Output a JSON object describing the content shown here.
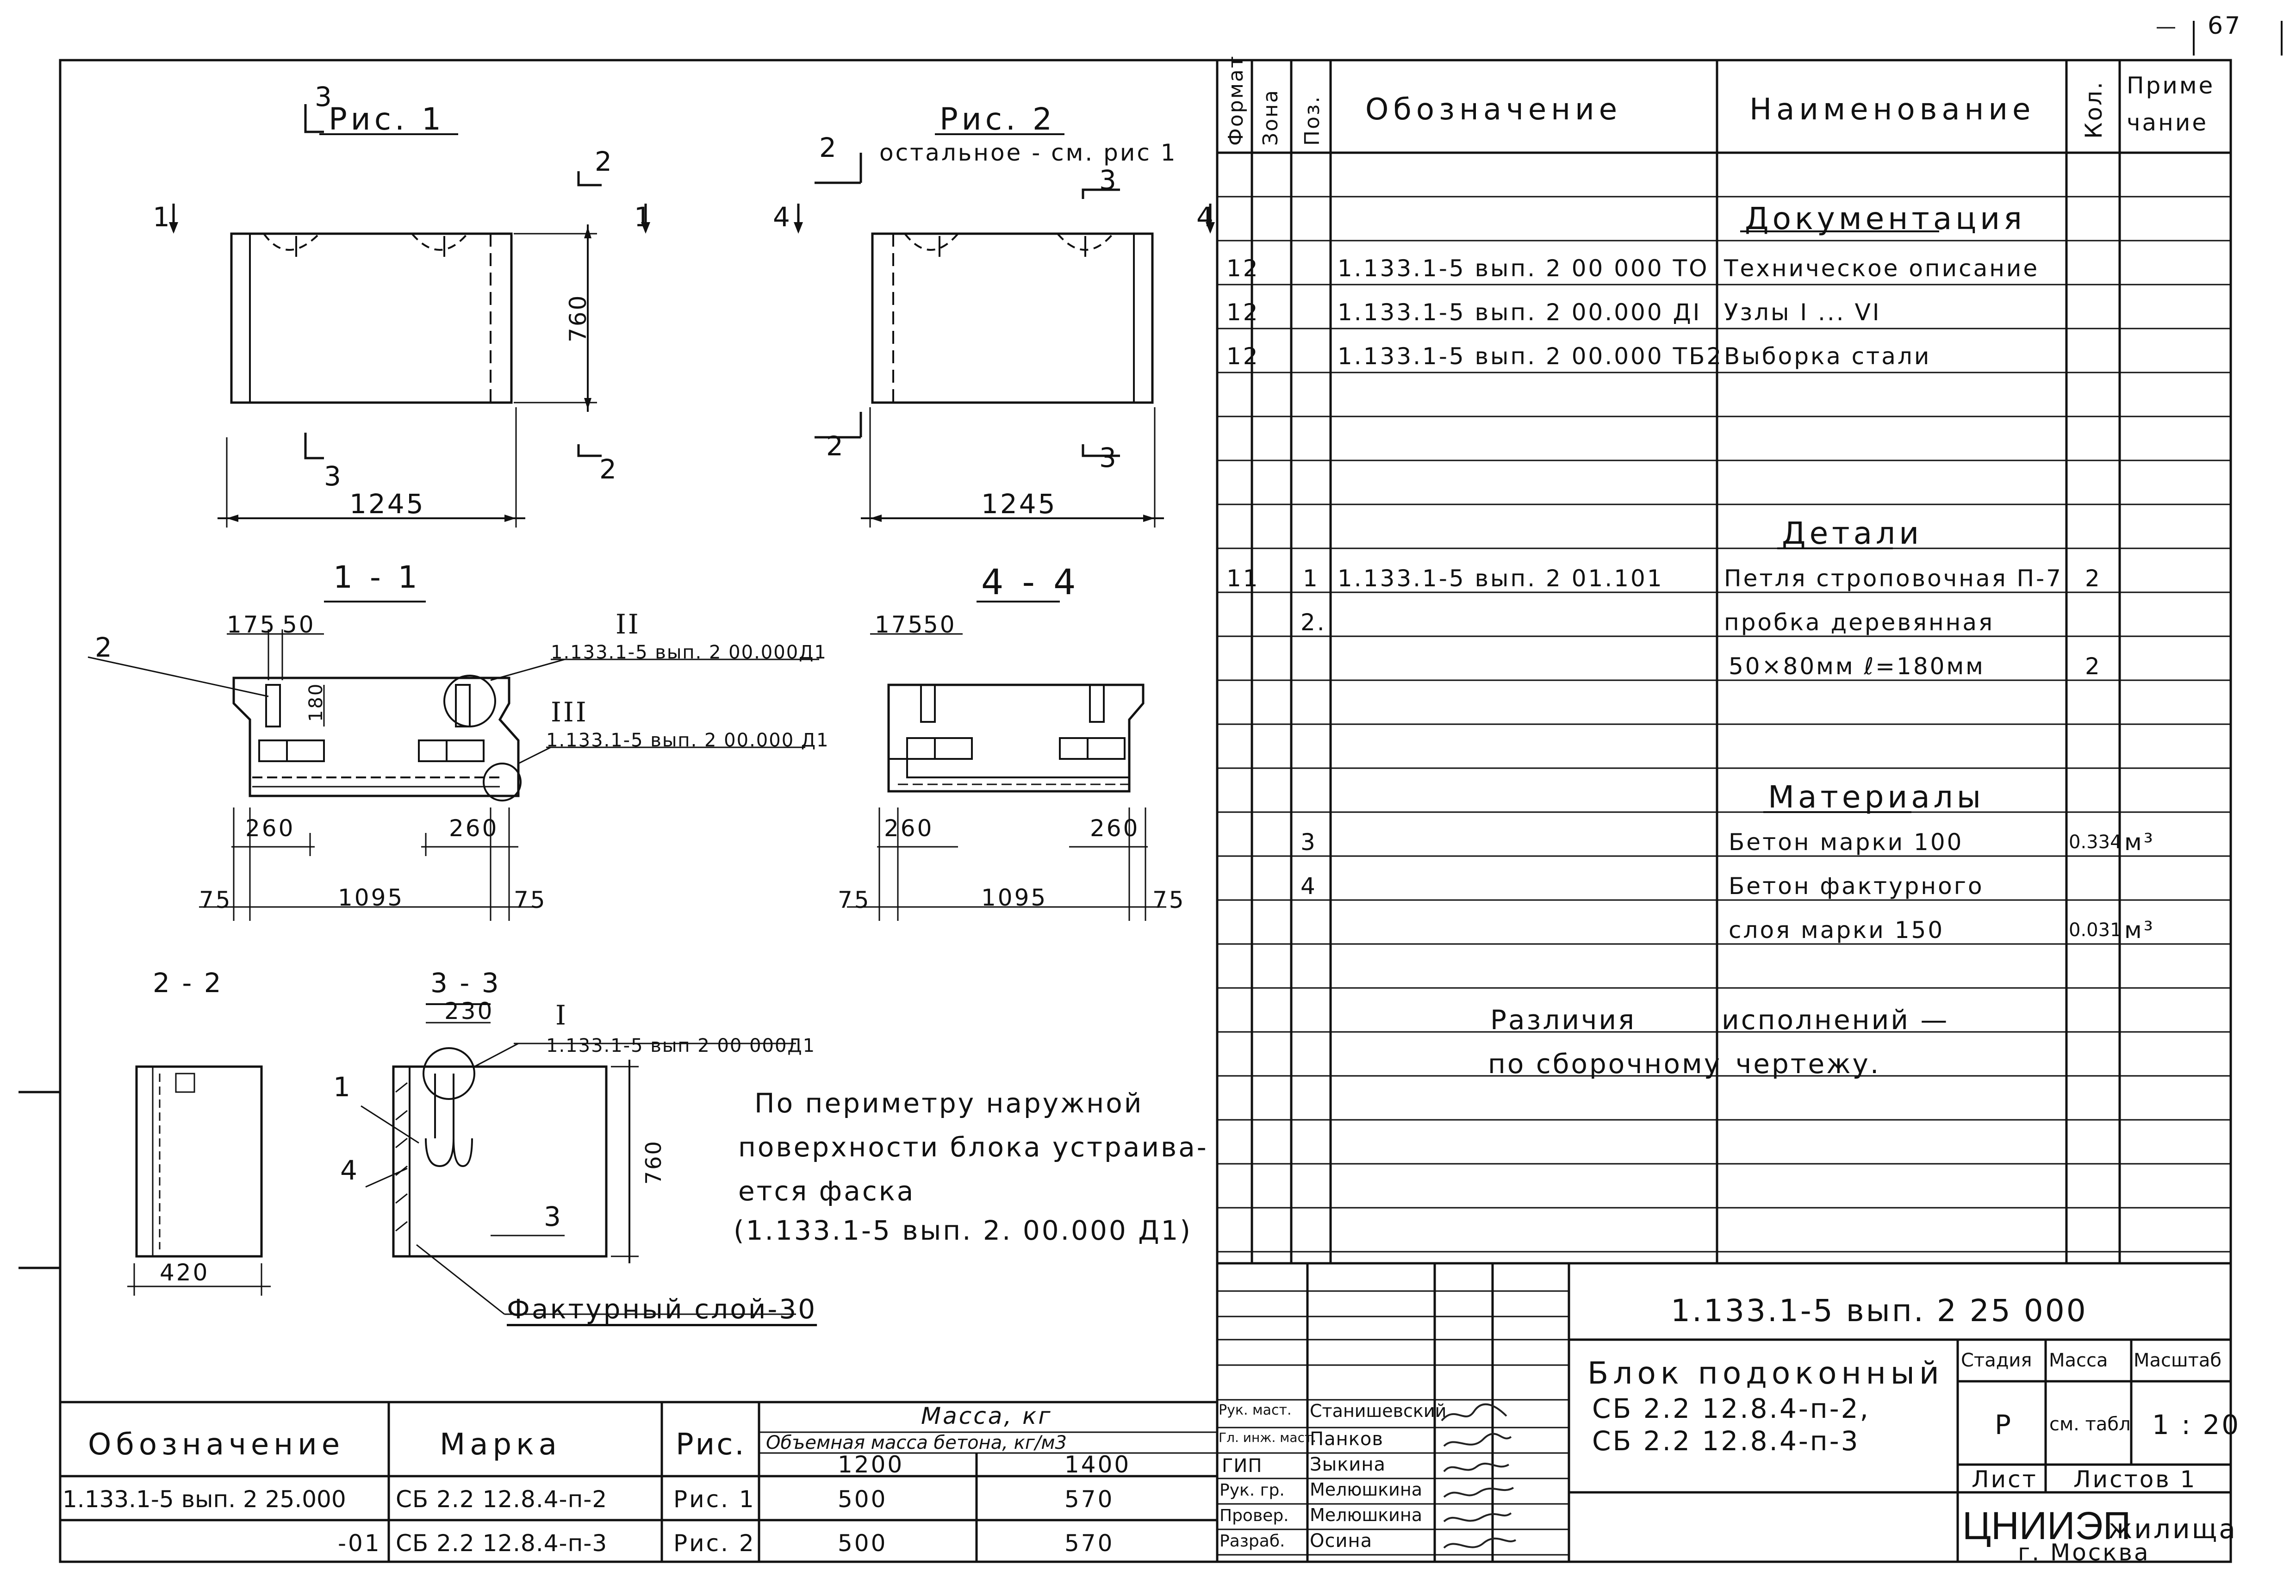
{
  "sheet_no": "67",
  "drawings": {
    "fig1_title": "Рис. 1",
    "fig2_title": "Рис. 2",
    "fig2_note": "остальное - см. рис 1",
    "fig1_width": "1245",
    "fig1_height": "760",
    "fig2_width": "1245",
    "cut_3": "3",
    "cut_2": "2",
    "cut_1": "1",
    "cut_4": "4",
    "sec11_title": "1 - 1",
    "sec44_title": "4 - 4",
    "sec22_title": "2 - 2",
    "sec33_title": "3 - 3",
    "dim_175": "175",
    "dim_50": "50",
    "dim_180": "180",
    "dim_260": "260",
    "dim_1095": "1095",
    "dim_75": "75",
    "dim_230": "230",
    "dim_760": "760",
    "dim_420": "420",
    "callout_2": "2",
    "callout_II": "II",
    "callout_II_ref": "1.133.1-5 вып. 2 00.000Д1",
    "callout_III": "III",
    "callout_III_ref": "1.133.1-5 вып. 2 00.000 Д1",
    "callout_I": "I",
    "callout_I_ref": "1.133.1-5 вып 2 00 000Д1",
    "label_1": "1",
    "label_4": "4",
    "label_3": "3",
    "facing_layer": "Фактурный слой-30",
    "note_line1": "По периметру наружной",
    "note_line2": "поверхности блока устраива-",
    "note_line3": "ется фаска",
    "note_line4": "(1.133.1-5 вып. 2. 00.000 Д1)"
  },
  "spec": {
    "headers": {
      "format": "Формат",
      "zone": "Зона",
      "pos": "Поз.",
      "designation": "Обозначение",
      "name": "Наименование",
      "qty": "Кол.",
      "note_line1": "Приме",
      "note_line2": "чание"
    },
    "section_documentation": "Документация",
    "section_details": "Детали",
    "section_materials": "Материалы",
    "rows": [
      {
        "format": "12",
        "pos": "",
        "designation": "1.133.1-5 вып. 2 00 000 ТО",
        "name": "Техническое описание",
        "qty": "",
        "note": ""
      },
      {
        "format": "12",
        "pos": "",
        "designation": "1.133.1-5 вып. 2 00.000 ДI",
        "name": "Узлы I ... VI",
        "qty": "",
        "note": ""
      },
      {
        "format": "12",
        "pos": "",
        "designation": "1.133.1-5 вып. 2 00.000 ТБ2",
        "name": "Выборка стали",
        "qty": "",
        "note": ""
      },
      {
        "format": "11",
        "pos": "1",
        "designation": "1.133.1-5 вып. 2 01.101",
        "name": "Петля строповочная П-7",
        "qty": "2",
        "note": ""
      },
      {
        "format": "",
        "pos": "2.",
        "designation": "",
        "name": "пробка деревянная",
        "qty": "",
        "note": ""
      },
      {
        "format": "",
        "pos": "",
        "designation": "",
        "name": "50×80мм ℓ=180мм",
        "qty": "2",
        "note": ""
      },
      {
        "format": "",
        "pos": "3",
        "designation": "",
        "name": "Бетон марки 100",
        "qty": "0.334",
        "note": "м³"
      },
      {
        "format": "",
        "pos": "4",
        "designation": "",
        "name": "Бетон фактурного",
        "qty": "",
        "note": ""
      },
      {
        "format": "",
        "pos": "",
        "designation": "",
        "name": "слоя марки 150",
        "qty": "0.031",
        "note": "м³"
      }
    ],
    "diff_line1a": "Различия",
    "diff_line1b": "исполнений —",
    "diff_line2a": "по сборочному",
    "diff_line2b": "чертежу."
  },
  "mass_table": {
    "h_designation": "Обозначение",
    "h_mark": "Марка",
    "h_fig": "Рис.",
    "h_mass": "Масса, кг",
    "h_density": "Объемная масса бетона, кг/м3",
    "h_1200": "1200",
    "h_1400": "1400",
    "rows": [
      {
        "designation": "1.133.1-5 вып. 2 25.000",
        "mark": "СБ 2.2 12.8.4-п-2",
        "fig": "Рис. 1",
        "m1200": "500",
        "m1400": "570"
      },
      {
        "designation": "-01",
        "mark": "СБ 2.2 12.8.4-п-3",
        "fig": "Рис. 2",
        "m1200": "500",
        "m1400": "570"
      }
    ]
  },
  "title_block": {
    "code": "1.133.1-5 вып. 2 25 000",
    "title_line1": "Блок подоконный",
    "title_line2": "СБ 2.2 12.8.4-п-2,",
    "title_line3": "СБ 2.2 12.8.4-п-3",
    "h_stage": "Стадия",
    "h_mass": "Масса",
    "h_scale": "Масштаб",
    "stage": "Р",
    "mass": "см. табл",
    "scale": "1 : 20",
    "sheet_label": "Лист",
    "sheets_label": "Листов 1",
    "org_name1": "ЦНИИЭП",
    "org_name2": "жилища",
    "org_city": "г. Москва",
    "people": [
      {
        "role": "Рук. маст.",
        "name": "Станишевский"
      },
      {
        "role": "Гл. инж. маст.",
        "name": "Панков"
      },
      {
        "role": "ГИП",
        "name": "Зыкина"
      },
      {
        "role": "Рук. гр.",
        "name": "Мелюшкина"
      },
      {
        "role": "Провер.",
        "name": "Мелюшкина"
      },
      {
        "role": "Разраб.",
        "name": "Осина"
      }
    ]
  }
}
